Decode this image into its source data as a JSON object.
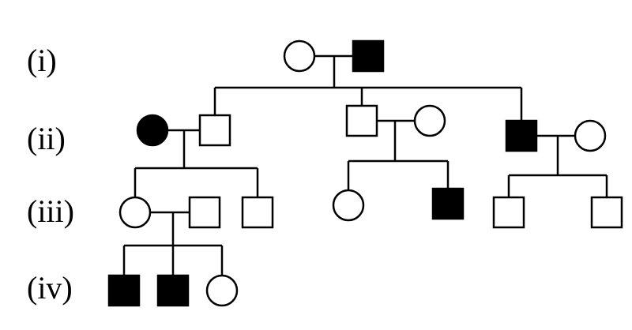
{
  "generations": [
    {
      "id": "gen-i",
      "label": "(i)"
    },
    {
      "id": "gen-ii",
      "label": "(ii)"
    },
    {
      "id": "gen-iii",
      "label": "(iii)"
    },
    {
      "id": "gen-iv",
      "label": "(iv)"
    }
  ],
  "colors": {
    "affected": "#000000",
    "unaffected": "#ffffff",
    "line": "#000000"
  },
  "individuals": [
    {
      "id": "I-1",
      "generation": "(i)",
      "sex": "female",
      "affected": false
    },
    {
      "id": "I-2",
      "generation": "(i)",
      "sex": "male",
      "affected": true
    },
    {
      "id": "II-1",
      "generation": "(ii)",
      "sex": "female",
      "affected": true
    },
    {
      "id": "II-2",
      "generation": "(ii)",
      "sex": "male",
      "affected": false
    },
    {
      "id": "II-3",
      "generation": "(ii)",
      "sex": "male",
      "affected": false
    },
    {
      "id": "II-4",
      "generation": "(ii)",
      "sex": "female",
      "affected": false
    },
    {
      "id": "II-5",
      "generation": "(ii)",
      "sex": "male",
      "affected": true
    },
    {
      "id": "II-6",
      "generation": "(ii)",
      "sex": "female",
      "affected": false
    },
    {
      "id": "III-1",
      "generation": "(iii)",
      "sex": "female",
      "affected": false
    },
    {
      "id": "III-2",
      "generation": "(iii)",
      "sex": "male",
      "affected": false
    },
    {
      "id": "III-3",
      "generation": "(iii)",
      "sex": "male",
      "affected": false
    },
    {
      "id": "III-4",
      "generation": "(iii)",
      "sex": "female",
      "affected": false
    },
    {
      "id": "III-5",
      "generation": "(iii)",
      "sex": "male",
      "affected": true
    },
    {
      "id": "III-6",
      "generation": "(iii)",
      "sex": "male",
      "affected": false
    },
    {
      "id": "III-7",
      "generation": "(iii)",
      "sex": "male",
      "affected": false
    },
    {
      "id": "IV-1",
      "generation": "(iv)",
      "sex": "male",
      "affected": true
    },
    {
      "id": "IV-2",
      "generation": "(iv)",
      "sex": "male",
      "affected": true
    },
    {
      "id": "IV-3",
      "generation": "(iv)",
      "sex": "female",
      "affected": false
    }
  ],
  "matings": [
    {
      "partners": [
        "I-1",
        "I-2"
      ],
      "children": [
        "II-2",
        "II-3",
        "II-5"
      ]
    },
    {
      "partners": [
        "II-1",
        "II-2"
      ],
      "children": [
        "III-1",
        "III-3"
      ]
    },
    {
      "partners": [
        "II-3",
        "II-4"
      ],
      "children": [
        "III-4",
        "III-5"
      ]
    },
    {
      "partners": [
        "II-5",
        "II-6"
      ],
      "children": [
        "III-6",
        "III-7"
      ]
    },
    {
      "partners": [
        "III-1",
        "III-2"
      ],
      "children": [
        "IV-1",
        "IV-2",
        "IV-3"
      ]
    }
  ]
}
